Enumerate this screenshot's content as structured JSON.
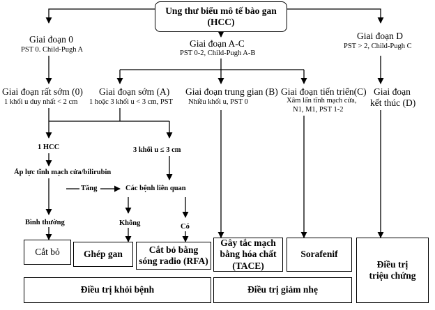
{
  "title": {
    "line1": "Ung thư biểu mô tế bào gan",
    "line2": "(HCC)"
  },
  "stages": {
    "stage0": {
      "name": "Giai đoạn 0",
      "desc": "PST 0. Child-Pugh A"
    },
    "stageAC": {
      "name": "Giai đoạn A-C",
      "desc": "PST 0-2, Child-Pugh A-B"
    },
    "stageD": {
      "name": "Giai đoạn D",
      "desc": "PST > 2, Child-Pugh C"
    }
  },
  "substages": {
    "very_early": {
      "name": "Giai đoạn rất sớm (0)",
      "desc": "1 khối u duy nhất < 2 cm"
    },
    "early": {
      "name": "Giai đoạn sớm (A)",
      "desc": "1 hoặc 3 khối u < 3 cm, PST"
    },
    "intermediate": {
      "name": "Giai đoạn trung gian (B)",
      "desc": "Nhiều khối u, PST 0"
    },
    "advanced": {
      "name": "Giai đoạn tiến triển(C)",
      "desc1": "Xâm lấn tĩnh mạch cửa,",
      "desc2": "N1, M1, PST 1-2"
    },
    "terminal": {
      "name1": "Giai đoạn",
      "name2": "kết thúc (D)"
    }
  },
  "nodes": {
    "single_hcc": "1 HCC",
    "three_nodules": "3 khối u ≤ 3 cm",
    "portal_pressure": "Áp lực tĩnh mạch cửa/bilirubin",
    "increased": "Tăng",
    "related_diseases": "Các bệnh liên quan",
    "normal": "Bình thường",
    "no": "Không",
    "yes": "Có"
  },
  "treatments": {
    "resection": "Cắt bỏ",
    "transplant": "Ghép gan",
    "rfa1": "Cắt bỏ bằng",
    "rfa2": "sóng radio (RFA)",
    "tace1": "Gây tắc mạch",
    "tace2": "bằng hóa chất",
    "tace3": "(TACE)",
    "sorafenib": "Sorafenif",
    "symptomatic1": "Điều trị",
    "symptomatic2": "triệu chứng"
  },
  "groups": {
    "curative": "Điều trị khỏi bệnh",
    "palliative": "Điều trị giảm nhẹ"
  }
}
